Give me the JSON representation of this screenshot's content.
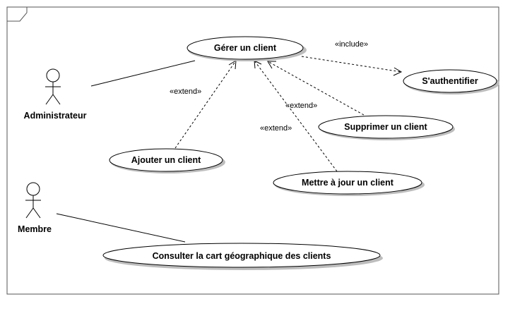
{
  "diagram": {
    "type": "use-case",
    "actors": [
      {
        "id": "admin",
        "name": "Administrateur"
      },
      {
        "id": "membre",
        "name": "Membre"
      }
    ],
    "use_cases": [
      {
        "id": "gerer",
        "label": "Gérer un client"
      },
      {
        "id": "auth",
        "label": "S'authentifier"
      },
      {
        "id": "supprimer",
        "label": "Supprimer un client"
      },
      {
        "id": "ajouter",
        "label": "Ajouter un client"
      },
      {
        "id": "maj",
        "label": "Mettre à jour un client"
      },
      {
        "id": "consulter",
        "label": "Consulter la cart géographique des clients"
      }
    ],
    "relations": [
      {
        "id": "include-gerer-auth",
        "type": "include",
        "from": "gerer",
        "to": "auth",
        "label": "«include»"
      },
      {
        "id": "extend-ajouter",
        "type": "extend",
        "from": "ajouter",
        "to": "gerer",
        "label": "«extend»"
      },
      {
        "id": "extend-supprimer",
        "type": "extend",
        "from": "supprimer",
        "to": "gerer",
        "label": "«extend»"
      },
      {
        "id": "extend-maj",
        "type": "extend",
        "from": "maj",
        "to": "gerer",
        "label": "«extend»"
      },
      {
        "id": "assoc-admin-gerer",
        "type": "association",
        "from": "admin",
        "to": "gerer"
      },
      {
        "id": "assoc-membre-consulter",
        "type": "association",
        "from": "membre",
        "to": "consulter"
      }
    ]
  }
}
